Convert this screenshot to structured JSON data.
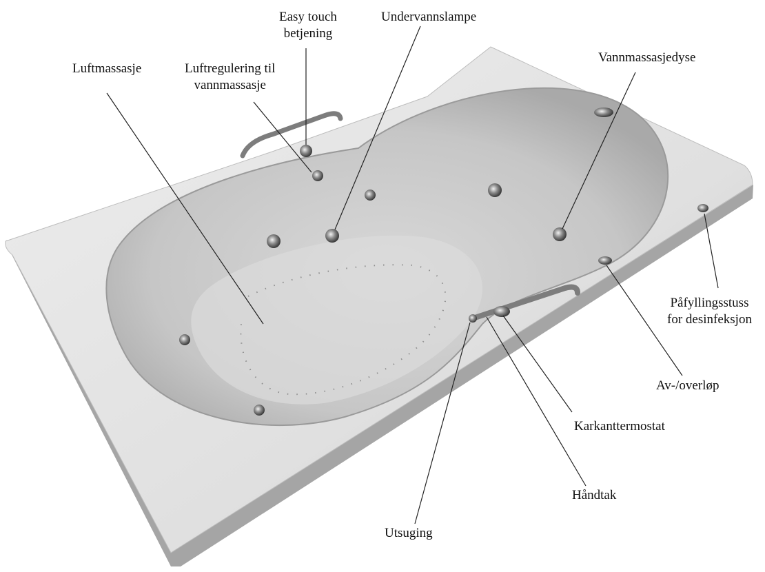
{
  "labels": {
    "easy_touch": [
      "Easy touch",
      "betjening"
    ],
    "undervannslampe": "Undervannslampe",
    "luftmassasje": "Luftmassasje",
    "luftregulering": [
      "Luftregulering til",
      "vannmassasje"
    ],
    "vannmassasjedyse": "Vannmassasjedyse",
    "pafyllingsstuss": [
      "Påfyllingsstuss",
      "for desinfeksjon"
    ],
    "av_overlop": "Av-/overløp",
    "karkanttermostat": "Karkanttermostat",
    "handtak": "Håndtak",
    "utsuging": "Utsuging"
  },
  "colors": {
    "background": "#ffffff",
    "tub_rim": "#e3e3e3",
    "tub_shadow": "#9c9c9c",
    "basin": "#cfcfcf",
    "fitting": "#6a6a6a",
    "leader_line": "#222222"
  }
}
